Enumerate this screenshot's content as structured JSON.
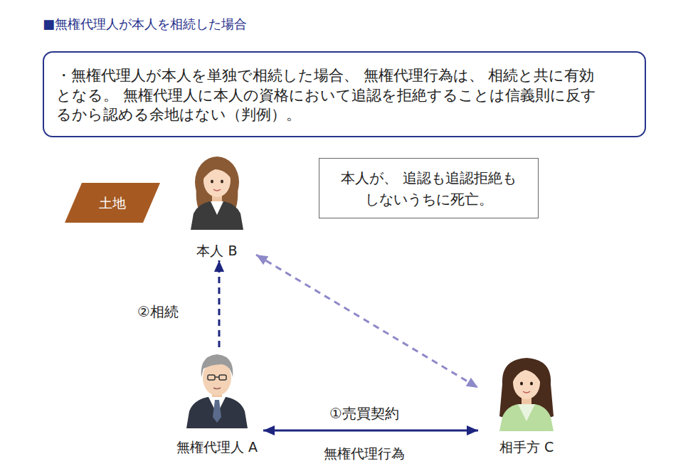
{
  "diagram": {
    "title": "■無権代理人が本人を相続した場合",
    "nodes": [
      {
        "text": [
          "・無権代理人が本人を単独で相続した場合、 無権代理行為は、 相続と共に有効 となる。 無権代理人に本人の資格において追認を拒絶することは信義則に反す るから認める余地はない（判例）。"
        ]
      },
      {
        "text": [
          "土地"
        ]
      },
      {
        "text": [
          "本人 B"
        ]
      },
      {
        "text": [
          "本人が、 追認も追認拒絶も しないうちに死亡。"
        ]
      },
      {
        "text": [
          "無権代理人 A"
        ]
      },
      {
        "text": [
          "相手方 C"
        ]
      }
    ],
    "edges": [
      {
        "from": 4,
        "to": 2,
        "arrow": "to",
        "label": "②相続"
      },
      {
        "from": 2,
        "to": 5,
        "arrow": "both"
      },
      {
        "from": 4,
        "to": 5,
        "arrow": "both",
        "label": "①売買契約"
      }
    ],
    "labels": [
      "無権代理行為"
    ]
  }
}
